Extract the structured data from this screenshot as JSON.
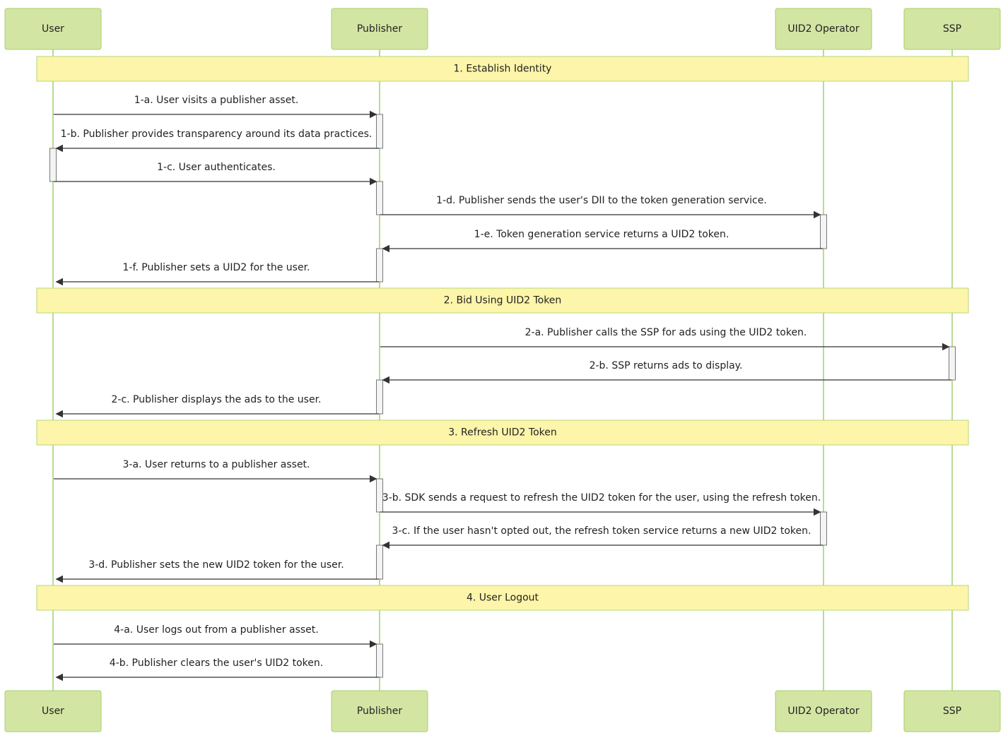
{
  "colors": {
    "actor_fill": "#d3e5a3",
    "actor_border": "#a9cf6b",
    "lifeline": "#9fd06a",
    "section_fill": "#fdf5a9",
    "arrow": "#333333"
  },
  "actors": [
    {
      "id": "user",
      "label": "User"
    },
    {
      "id": "publisher",
      "label": "Publisher"
    },
    {
      "id": "operator",
      "label": "UID2 Operator"
    },
    {
      "id": "ssp",
      "label": "SSP"
    }
  ],
  "sections": [
    {
      "label": "1. Establish Identity"
    },
    {
      "label": "2. Bid Using UID2 Token"
    },
    {
      "label": "3. Refresh UID2 Token"
    },
    {
      "label": "4. User Logout"
    }
  ],
  "messages": [
    {
      "text": "1-a. User visits a publisher asset.",
      "from": "user",
      "to": "publisher"
    },
    {
      "text": "1-b. Publisher provides transparency around its data practices.",
      "from": "publisher",
      "to": "user"
    },
    {
      "text": "1-c. User authenticates.",
      "from": "user",
      "to": "publisher"
    },
    {
      "text": "1-d. Publisher sends the user's DII to the token generation service.",
      "from": "publisher",
      "to": "operator"
    },
    {
      "text": "1-e. Token generation service returns a UID2 token.",
      "from": "operator",
      "to": "publisher"
    },
    {
      "text": "1-f. Publisher sets a UID2 for the user.",
      "from": "publisher",
      "to": "user"
    },
    {
      "text": "2-a. Publisher calls the SSP for ads using the UID2 token.",
      "from": "publisher",
      "to": "ssp"
    },
    {
      "text": "2-b. SSP returns ads to display.",
      "from": "ssp",
      "to": "publisher"
    },
    {
      "text": "2-c. Publisher displays the ads to the user.",
      "from": "publisher",
      "to": "user"
    },
    {
      "text": "3-a. User returns to a publisher asset.",
      "from": "user",
      "to": "publisher"
    },
    {
      "text": "3-b. SDK sends a request to refresh the UID2 token for the user, using the refresh token.",
      "from": "publisher",
      "to": "operator"
    },
    {
      "text": "3-c. If the user hasn't opted out, the refresh token service returns a new UID2 token.",
      "from": "operator",
      "to": "publisher"
    },
    {
      "text": "3-d. Publisher sets the new UID2 token for the user.",
      "from": "publisher",
      "to": "user"
    },
    {
      "text": "4-a. User logs out from a publisher asset.",
      "from": "user",
      "to": "publisher"
    },
    {
      "text": "4-b. Publisher clears the user's UID2 token.",
      "from": "publisher",
      "to": "user"
    }
  ]
}
